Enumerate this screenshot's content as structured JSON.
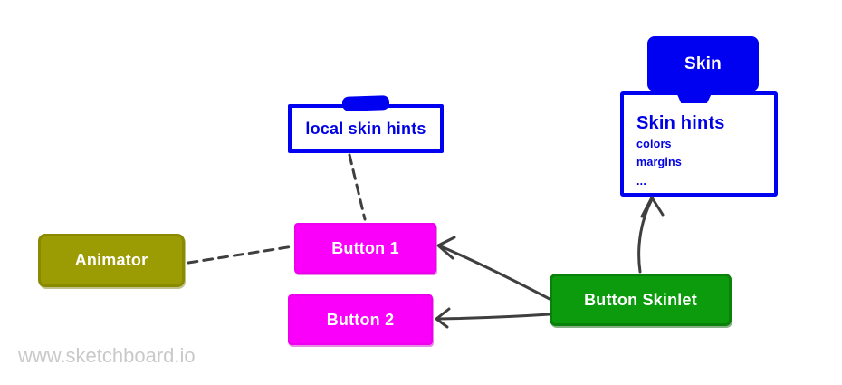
{
  "canvas": {
    "watermark": "www.sketchboard.io",
    "background_color": "#ffffff"
  },
  "colors": {
    "blue": "#0101f2",
    "blue_text": "#0101e6",
    "magenta": "#fa00fa",
    "olive_fill": "#9b9b04",
    "olive_border": "#8a8a00",
    "green_fill": "#0c9b0c",
    "green_border": "#0a810a",
    "connector_gray": "#3f3f3f",
    "watermark_gray": "#c9c9c9",
    "node_text_white": "#ffffff"
  },
  "nodes": {
    "skin": {
      "label": "Skin"
    },
    "skin_hints": {
      "title": "Skin hints",
      "items": [
        "colors",
        "margins",
        "..."
      ]
    },
    "local_skin_hints": {
      "label": "local skin hints"
    },
    "animator": {
      "label": "Animator"
    },
    "button1": {
      "label": "Button 1"
    },
    "button2": {
      "label": "Button 2"
    },
    "button_skinlet": {
      "label": "Button Skinlet"
    }
  },
  "edges": [
    {
      "from": "animator",
      "to": "button1",
      "style": "dashed",
      "arrow": "none"
    },
    {
      "from": "local_skin_hints",
      "to": "button1",
      "style": "dashed",
      "arrow": "none"
    },
    {
      "from": "button_skinlet",
      "to": "button1",
      "style": "solid",
      "arrow": "open-arrowhead-at-target"
    },
    {
      "from": "button_skinlet",
      "to": "button2",
      "style": "solid",
      "arrow": "open-arrowhead-at-target"
    },
    {
      "from": "button_skinlet",
      "to": "skin_hints",
      "style": "solid",
      "arrow": "open-arrowhead-at-target"
    },
    {
      "from": "skin",
      "to": "skin_hints",
      "style": "attached-tab",
      "arrow": "none"
    }
  ]
}
